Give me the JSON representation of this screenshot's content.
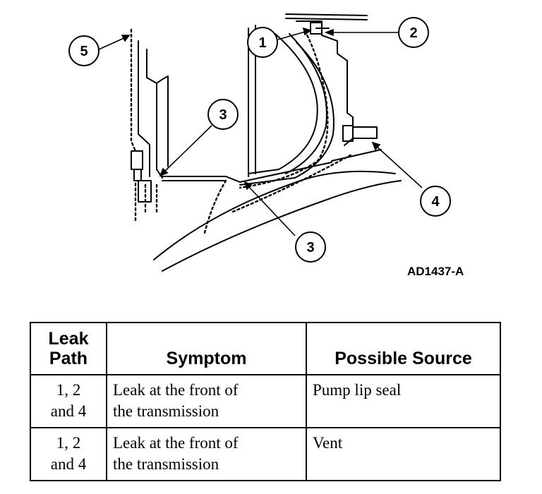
{
  "figure": {
    "id_label": "AD1437-A",
    "callouts": [
      {
        "number": "1"
      },
      {
        "number": "2"
      },
      {
        "number": "3"
      },
      {
        "number": "3"
      },
      {
        "number": "4"
      },
      {
        "number": "5"
      }
    ]
  },
  "table": {
    "headers": {
      "leak_path_line1": "Leak",
      "leak_path_line2": "Path",
      "symptom": "Symptom",
      "possible_source": "Possible Source"
    },
    "rows": [
      {
        "leak_path_line1": "1, 2",
        "leak_path_line2": "and 4",
        "symptom_line1": "Leak at the front of",
        "symptom_line2": "the transmission",
        "possible_source": "Pump lip seal"
      },
      {
        "leak_path_line1": "1, 2",
        "leak_path_line2": "and 4",
        "symptom_line1": "Leak at the front of",
        "symptom_line2": "the transmission",
        "possible_source": "Vent"
      }
    ]
  }
}
